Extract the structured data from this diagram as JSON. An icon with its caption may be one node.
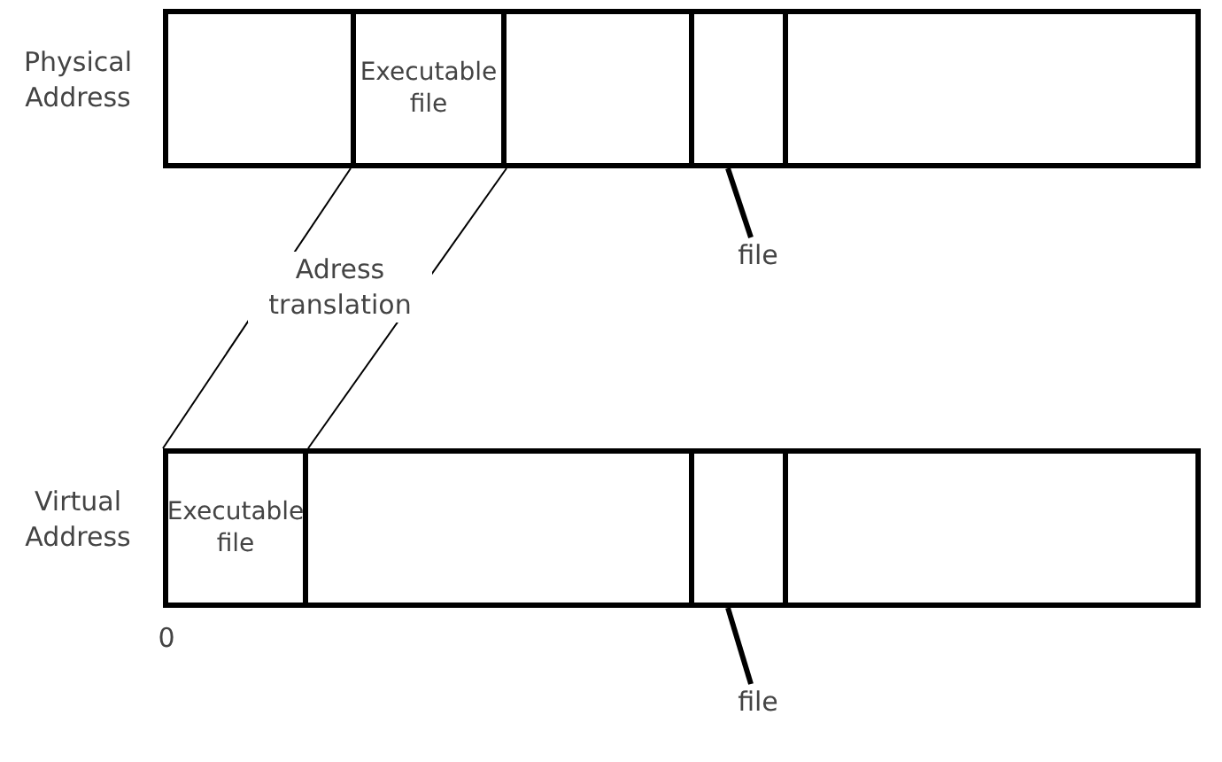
{
  "diagram": {
    "nodes": [
      {
        "text": [
          "Physical Address"
        ]
      },
      {
        "text": [
          "Executable file"
        ],
        "in": 0
      },
      {
        "text": [],
        "shape": "box",
        "in": 0
      },
      {
        "text": [
          "file"
        ]
      },
      {
        "text": [
          "Virtual Address"
        ]
      },
      {
        "text": [
          "Executable file"
        ],
        "in": 4
      },
      {
        "text": [],
        "shape": "box",
        "in": 4
      },
      {
        "text": [
          "file"
        ]
      }
    ],
    "edges": [
      {
        "from": 1,
        "to": 5,
        "arrow": "none"
      },
      {
        "from": 1,
        "to": 5,
        "arrow": "none"
      },
      {
        "from": 3,
        "to": 2,
        "arrow": "none",
        "style": "thick"
      },
      {
        "from": 7,
        "to": 6,
        "arrow": "none",
        "style": "thick"
      }
    ],
    "labels": [
      "Adress translation",
      "0"
    ]
  }
}
